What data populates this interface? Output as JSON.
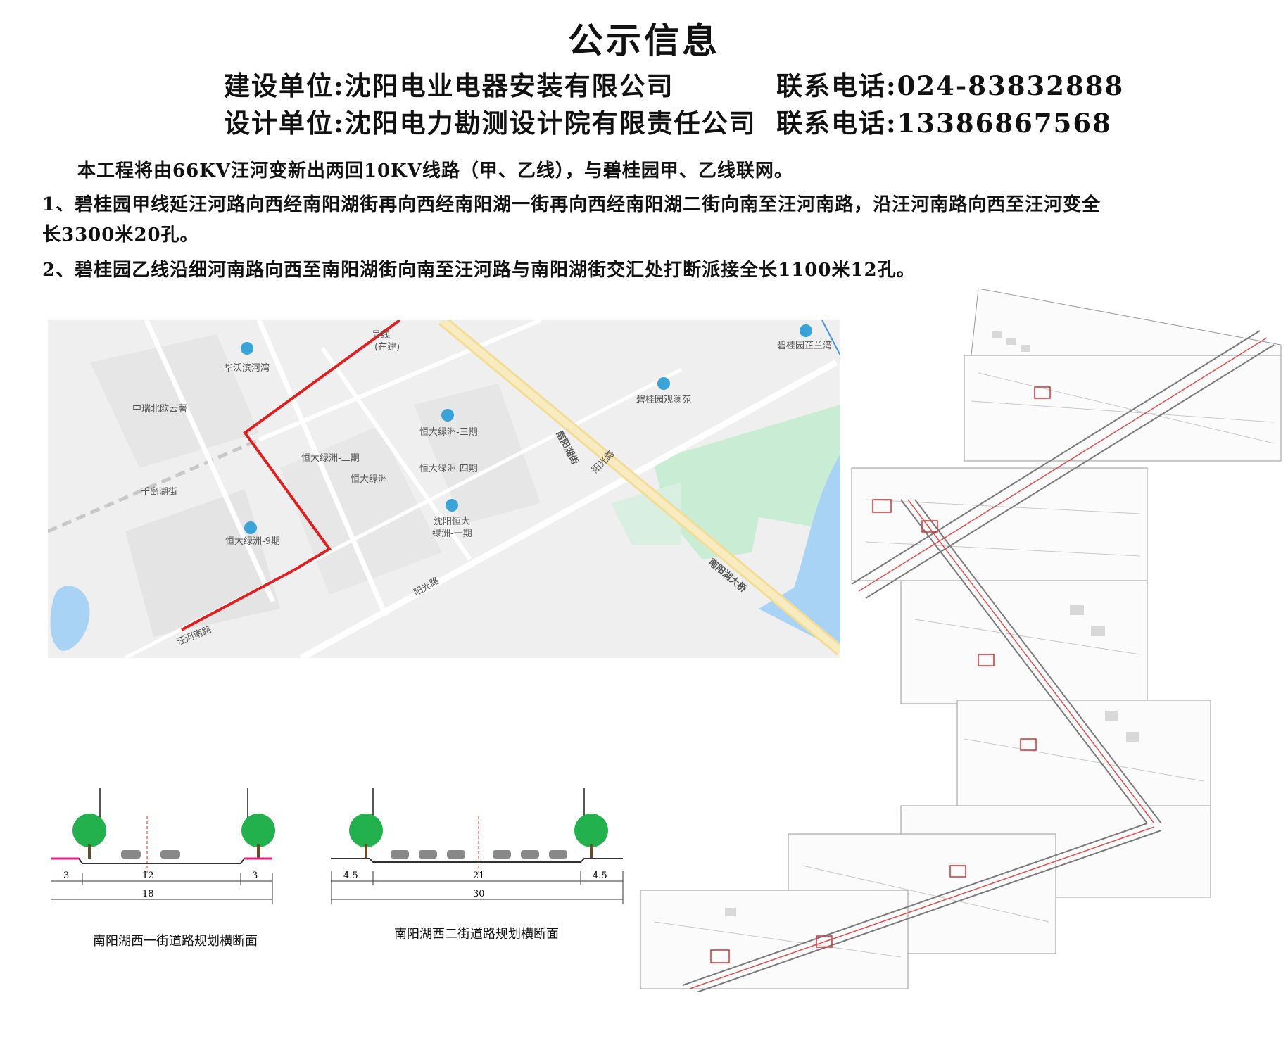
{
  "title": "公示信息",
  "header": {
    "builder": "建设单位:沈阳电业电器安装有限公司",
    "builder_phone": "联系电话:024-83832888",
    "designer": "设计单位:沈阳电力勘测设计院有限责任公司",
    "designer_phone": "联系电话:13386867568"
  },
  "body": {
    "intro": "本工程将由66KV汪河变新出两回10KV线路（甲、乙线），与碧桂园甲、乙线联网。",
    "item1_line1": "1、碧桂园甲线延汪河路向西经南阳湖街再向西经南阳湖一街再向西经南阳湖二街向南至汪河南路，沿汪河南路向西至汪河变全",
    "item1_line2": "长3300米20孔。",
    "item2": "2、碧桂园乙线沿细河南路向西至南阳湖街向南至汪河路与南阳湖街交汇处打断派接全长1100米12孔。"
  },
  "map": {
    "labels": {
      "huawo": "华沃滨河湾",
      "zhongrui": "中瑞北欧云著",
      "hengda3": "恒大绿洲-三期",
      "hengda2": "恒大绿洲-二期",
      "hengda": "恒大绿洲",
      "hengda4": "恒大绿洲-四期",
      "qiandao": "千岛湖街",
      "hengda9": "恒大绿洲-9期",
      "shenyang1a": "沈阳恒大",
      "shenyang1b": "绿洲-一期",
      "bgy_zhilan": "碧桂园芷兰湾",
      "bgy_guanlan": "碧桂园观澜苑",
      "nanyanghu_jie": "南阳湖街",
      "yangguang1": "阳光路",
      "yangguang2": "阳光路",
      "nanyanghu_bridge": "南阳湖大桥",
      "wanghe_south": "汪河南路",
      "line_label_a": "号线",
      "line_label_b": "(在建)"
    },
    "colors": {
      "route": "#e02020",
      "main_road": "#f6e3a4",
      "water": "#a9d3f5",
      "park": "#c8ecd4"
    }
  },
  "sections": {
    "s1": {
      "caption": "南阳湖西一街道路规划横断面",
      "left": "3",
      "center": "12",
      "right": "3",
      "total": "18"
    },
    "s2": {
      "caption": "南阳湖西二街道路规划横断面",
      "left": "4.5",
      "center": "21",
      "right": "4.5",
      "total": "30"
    }
  }
}
